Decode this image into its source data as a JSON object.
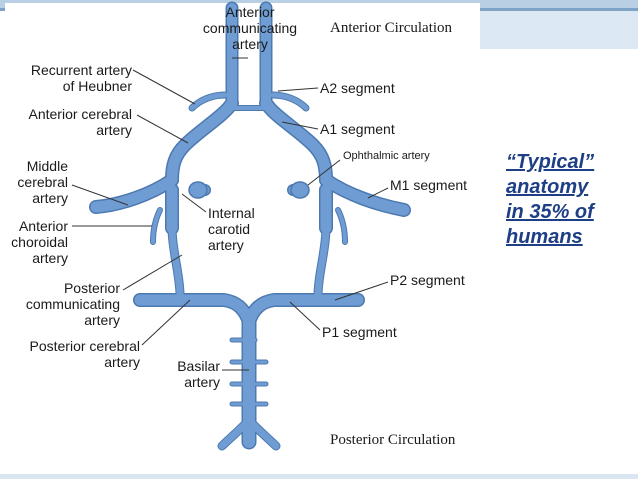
{
  "colors": {
    "artery": "#6f9dd3",
    "artery_edge": "#4c79b0",
    "leader": "#333333",
    "emphasis": "#1e3f86"
  },
  "headers": {
    "anterior": "Anterior Circulation",
    "posterior": "Posterior Circulation"
  },
  "labels": {
    "acom": [
      "Anterior",
      "communicating",
      "artery"
    ],
    "heubner": [
      "Recurrent artery",
      "of Heubner"
    ],
    "aca": [
      "Anterior cerebral",
      "artery"
    ],
    "mca": [
      "Middle",
      "cerebral",
      "artery"
    ],
    "ach": [
      "Anterior",
      "choroidal",
      "artery"
    ],
    "pcom": [
      "Posterior",
      "communicating",
      "artery"
    ],
    "pca": [
      "Posterior cerebral",
      "artery"
    ],
    "basilar": [
      "Basilar",
      "artery"
    ],
    "ica": [
      "Internal",
      "carotid",
      "artery"
    ],
    "a2": "A2 segment",
    "a1": "A1 segment",
    "m1": "M1 segment",
    "p2": "P2 segment",
    "p1": "P1 segment",
    "ophthalmic": "Ophthalmic artery"
  },
  "note": [
    "“Typical”",
    "anatomy",
    "in 35% of",
    "humans"
  ]
}
